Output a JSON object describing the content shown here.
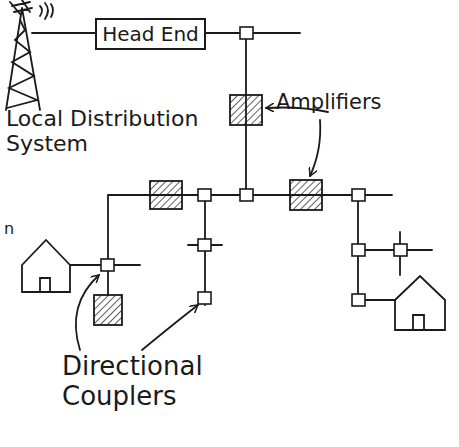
{
  "diagram": {
    "nodes": [
      {
        "text": [
          "Head End"
        ]
      }
    ],
    "labels": [
      "Local Distribution System",
      "Amplifiers",
      "Directional Couplers",
      "n"
    ]
  }
}
